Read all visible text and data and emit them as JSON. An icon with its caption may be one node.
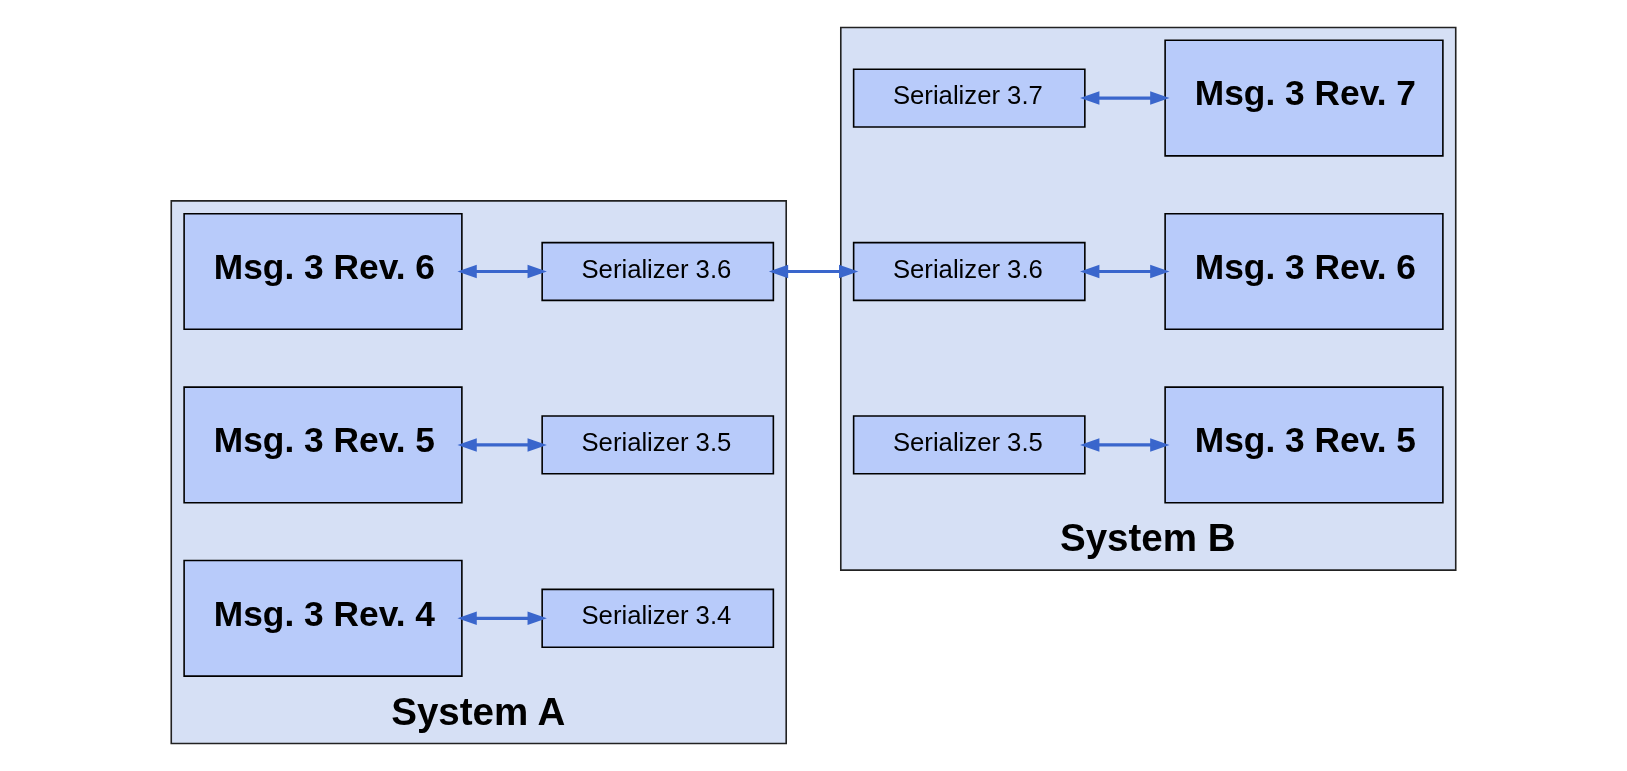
{
  "diagram": {
    "nodes": [
      {
        "text": [
          "System A"
        ]
      },
      {
        "text": [
          "Msg. 3 Rev. 6"
        ],
        "in": 0
      },
      {
        "text": [
          "Serializer 3.6"
        ],
        "in": 0
      },
      {
        "text": [
          "Msg. 3 Rev. 5"
        ],
        "in": 0
      },
      {
        "text": [
          "Serializer 3.5"
        ],
        "in": 0
      },
      {
        "text": [
          "Msg. 3 Rev. 4"
        ],
        "in": 0
      },
      {
        "text": [
          "Serializer 3.4"
        ],
        "in": 0
      },
      {
        "text": [
          "System B"
        ]
      },
      {
        "text": [
          "Serializer 3.7"
        ],
        "in": 7
      },
      {
        "text": [
          "Msg. 3 Rev. 7"
        ],
        "in": 7
      },
      {
        "text": [
          "Serializer 3.6"
        ],
        "in": 7
      },
      {
        "text": [
          "Msg. 3 Rev. 6"
        ],
        "in": 7
      },
      {
        "text": [
          "Serializer 3.5"
        ],
        "in": 7
      },
      {
        "text": [
          "Msg. 3 Rev. 5"
        ],
        "in": 7
      }
    ],
    "edges": [
      {
        "from": 1,
        "to": 2,
        "arrow": "both"
      },
      {
        "from": 3,
        "to": 4,
        "arrow": "both"
      },
      {
        "from": 5,
        "to": 6,
        "arrow": "both"
      },
      {
        "from": 2,
        "to": 10,
        "arrow": "both"
      },
      {
        "from": 8,
        "to": 9,
        "arrow": "both"
      },
      {
        "from": 10,
        "to": 11,
        "arrow": "both"
      },
      {
        "from": 12,
        "to": 13,
        "arrow": "both"
      }
    ]
  }
}
